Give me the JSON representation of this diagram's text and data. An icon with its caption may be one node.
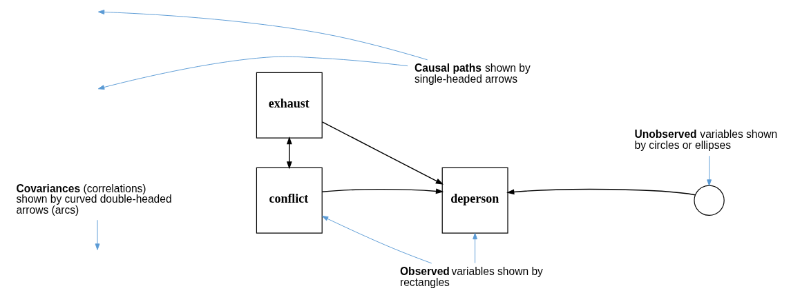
{
  "diagram": {
    "nodes": [
      {
        "text": [
          "conflict"
        ]
      },
      {
        "text": [
          "exhaust"
        ]
      },
      {
        "text": [
          "deperson"
        ]
      },
      {
        "text": [],
        "shape": "circle"
      },
      {
        "text": [
          "**Observed** variables shown by rectangles"
        ]
      },
      {
        "text": [
          "**Unobserved** variables shown by circles or ellipses"
        ]
      },
      {
        "text": [
          "**Covariances** (correlations) shown by curved double-headed arrows (arcs)"
        ]
      },
      {
        "text": [
          "**Causal paths** shown by single-headed arrows"
        ]
      }
    ],
    "edges": [
      {
        "from": 0,
        "to": 2,
        "arrow": "to",
        "color": "#000000"
      },
      {
        "from": 1,
        "to": 2,
        "arrow": "to",
        "color": "#000000"
      },
      {
        "from": 0,
        "to": 1,
        "arrow": "both",
        "color": "#000000"
      },
      {
        "from": 3,
        "to": 2,
        "arrow": "to",
        "color": "#000000"
      },
      {
        "from": 4,
        "to": 0,
        "arrow": "to"
      },
      {
        "from": 4,
        "to": 2,
        "arrow": "to"
      },
      {
        "from": 5,
        "to": 3,
        "arrow": "to"
      },
      {
        "from": 6,
        "to": null,
        "arrow": "to"
      },
      {
        "from": 7,
        "to": null,
        "arrow": "to"
      },
      {
        "from": 7,
        "to": null,
        "arrow": "to"
      }
    ]
  }
}
